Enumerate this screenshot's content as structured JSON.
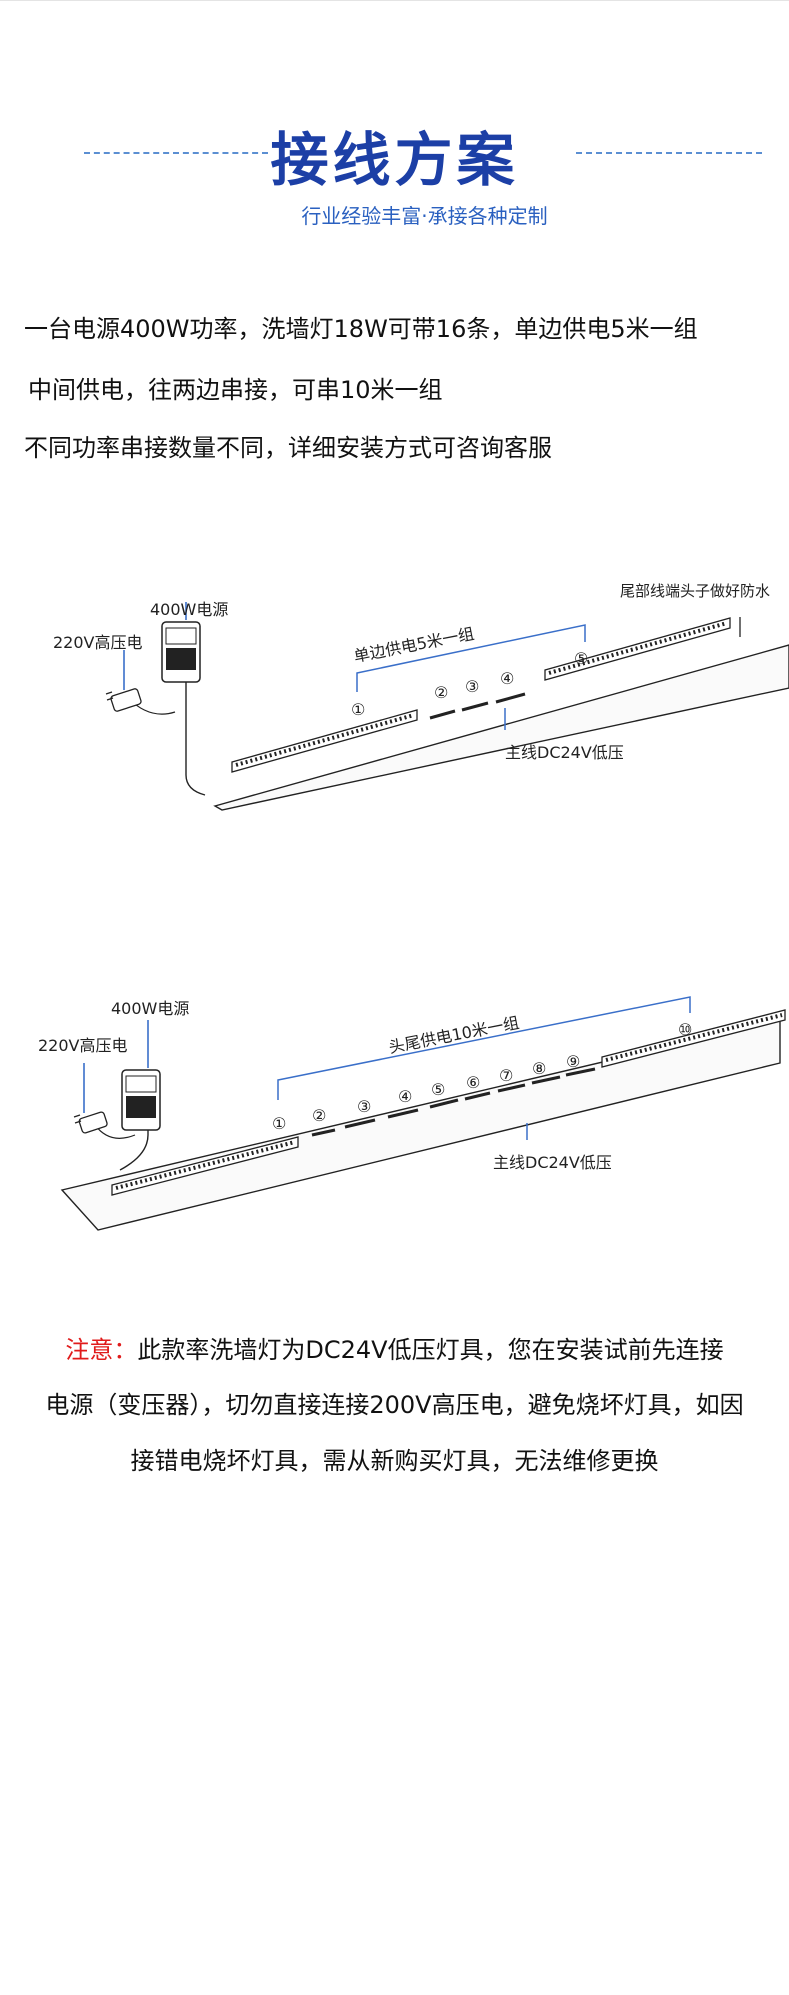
{
  "header": {
    "title": "接线方案",
    "subtitle": "行业经验丰富·承接各种定制"
  },
  "intro": {
    "line1": "一台电源400W功率，洗墙灯18W可带16条，单边供电5米一组",
    "line2": "中间供电，往两边串接，可串10米一组",
    "line3": "不同功率串接数量不同，详细安装方式可咨询客服"
  },
  "diagram1": {
    "power_label": "400W电源",
    "high_voltage_label": "220V高压电",
    "group_label": "单边供电5米一组",
    "tail_label": "尾部线端头子做好防水",
    "main_line_label": "主线DC24V低压",
    "numbers": [
      "①",
      "②",
      "③",
      "④",
      "⑤"
    ]
  },
  "diagram2": {
    "power_label": "400W电源",
    "high_voltage_label": "220V高压电",
    "group_label": "头尾供电10米一组",
    "main_line_label": "主线DC24V低压",
    "numbers": [
      "①",
      "②",
      "③",
      "④",
      "⑤",
      "⑥",
      "⑦",
      "⑧",
      "⑨",
      "⑩"
    ]
  },
  "notice": {
    "prefix": "注意：",
    "line1": "此款率洗墙灯为DC24V低压灯具，您在安装试前先连接",
    "line2": "电源（变压器），切勿直接连接200V高压电，避免烧坏灯具，如因",
    "line3": "接错电烧坏灯具，需从新购买灯具，无法维修更换"
  },
  "colors": {
    "title": "#1c3fa6",
    "subtitle": "#2a60c0",
    "dash": "#5b8fd2",
    "callout": "#3a6fc9",
    "warning": "#e01b1b"
  }
}
